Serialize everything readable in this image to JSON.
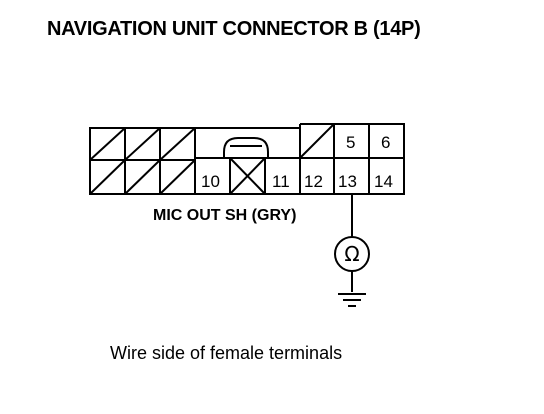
{
  "title": "NAVIGATION UNIT CONNECTOR B (14P)",
  "caption": "Wire side of female terminals",
  "wire_label": "MIC OUT SH (GRY)",
  "meter_symbol": "Ω",
  "pins": {
    "p5": "5",
    "p6": "6",
    "p10": "10",
    "p11": "11",
    "p12": "12",
    "p13": "13",
    "p14": "14"
  },
  "icons": [
    "ohmmeter-icon",
    "ground-icon"
  ]
}
